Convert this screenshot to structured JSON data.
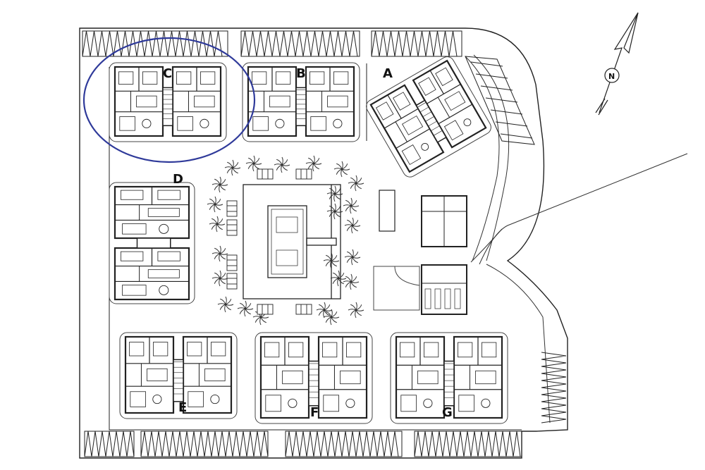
{
  "title": "",
  "colors": {
    "line": "#222222",
    "wall": "#2b2b2b",
    "highlight": "#2f3a9a",
    "palm": "#333333",
    "bg": "#ffffff"
  },
  "north_symbol": {
    "letter": "N",
    "icon": "north-arrow-icon"
  },
  "buildings": [
    {
      "id": "block-a",
      "label": "A"
    },
    {
      "id": "block-b",
      "label": "B"
    },
    {
      "id": "block-c",
      "label": "C",
      "highlighted": true
    },
    {
      "id": "block-d",
      "label": "D"
    },
    {
      "id": "block-e",
      "label": "E"
    },
    {
      "id": "block-f",
      "label": "F"
    },
    {
      "id": "block-g",
      "label": "G"
    }
  ],
  "features": [
    "central-courtyard",
    "pool",
    "palm-trees",
    "parking-bays",
    "entrance-road"
  ]
}
